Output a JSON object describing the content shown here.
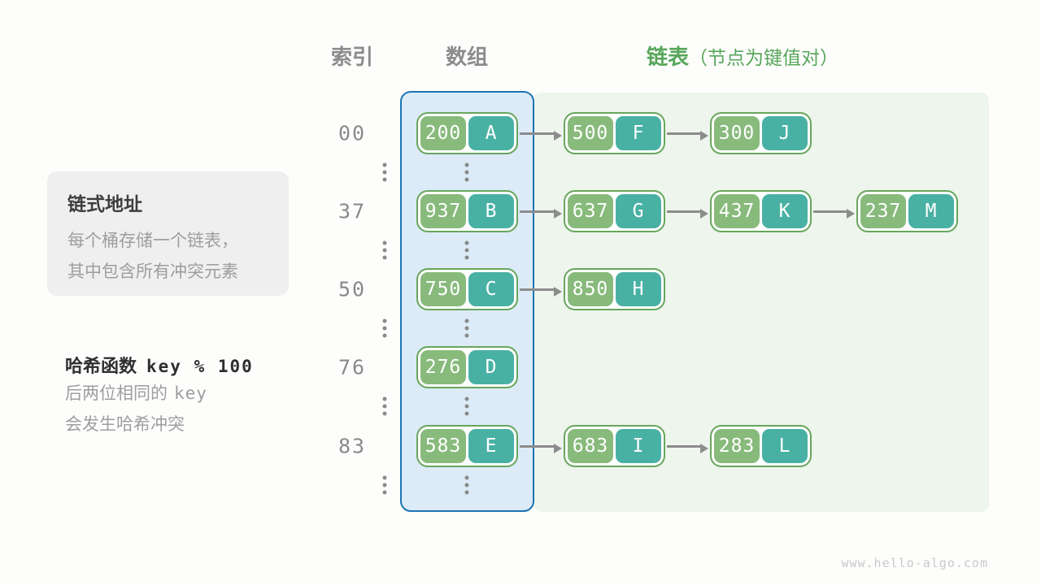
{
  "header": {
    "index_label": "索引",
    "array_label": "数组",
    "list_label": "链表",
    "list_note": "（节点为键值对）"
  },
  "annotation_box": {
    "title": "链式地址",
    "lines": [
      "每个桶存储一个链表，",
      "其中包含所有冲突元素"
    ]
  },
  "hash_note": {
    "title_text": "哈希函数",
    "title_code": "key % 100",
    "line1_text": "后两位相同的",
    "line1_code": "key",
    "line2": "会发生哈希冲突"
  },
  "watermark": "www.hello-algo.com",
  "colors": {
    "array_border": "#1b74b3",
    "array_fill": "#dcebf7",
    "list_fill": "#edf5ec",
    "node_border": "#67a65c",
    "key_fill": "#88ba7c",
    "value_fill": "#49b1a4",
    "arrow": "#8c8c8c",
    "header_green": "#57a65a"
  },
  "diagram": {
    "rows": [
      {
        "index": "00",
        "nodes": [
          {
            "key": "200",
            "value": "A"
          },
          {
            "key": "500",
            "value": "F"
          },
          {
            "key": "300",
            "value": "J"
          }
        ]
      },
      {
        "index": "37",
        "nodes": [
          {
            "key": "937",
            "value": "B"
          },
          {
            "key": "637",
            "value": "G"
          },
          {
            "key": "437",
            "value": "K"
          },
          {
            "key": "237",
            "value": "M"
          }
        ]
      },
      {
        "index": "50",
        "nodes": [
          {
            "key": "750",
            "value": "C"
          },
          {
            "key": "850",
            "value": "H"
          }
        ]
      },
      {
        "index": "76",
        "nodes": [
          {
            "key": "276",
            "value": "D"
          }
        ]
      },
      {
        "index": "83",
        "nodes": [
          {
            "key": "583",
            "value": "E"
          },
          {
            "key": "683",
            "value": "I"
          },
          {
            "key": "283",
            "value": "L"
          }
        ]
      }
    ],
    "ellipsis_after_each_row": true
  }
}
